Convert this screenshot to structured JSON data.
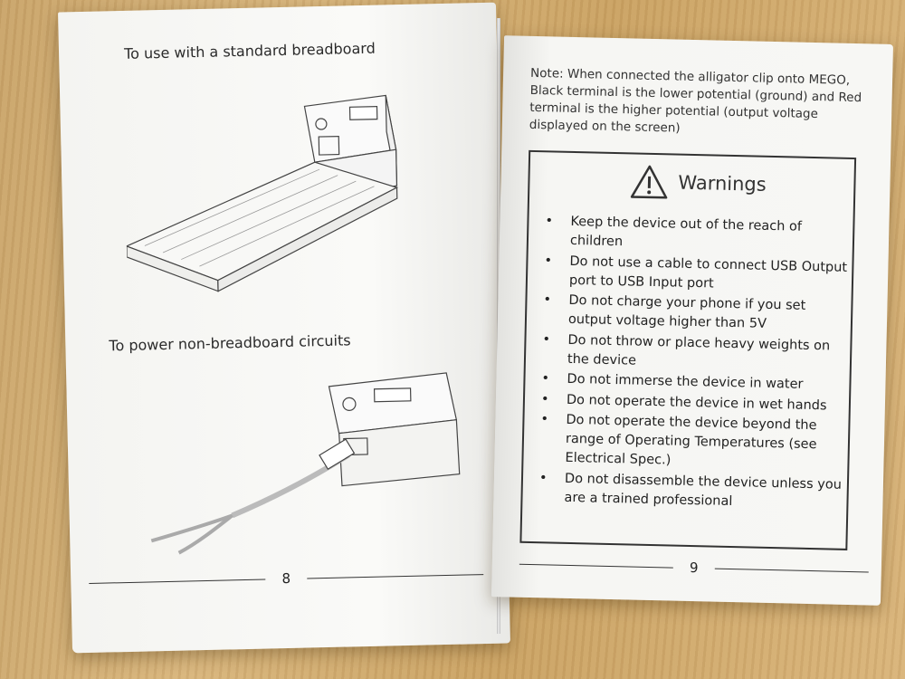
{
  "left_page": {
    "heading_breadboard": "To use with a standard breadboard",
    "heading_non_breadboard": "To power non-breadboard circuits",
    "page_number": "8"
  },
  "right_page": {
    "note": "Note: When connected the alligator clip onto MEGO, Black terminal is the lower potential (ground) and Red terminal is the higher potential (output voltage displayed on the screen)",
    "warnings_title": "Warnings",
    "warnings": [
      "Keep the device out of the reach of children",
      "Do not use a cable to connect USB Output port to USB Input port",
      "Do not charge your phone if you set output voltage higher than 5V",
      "Do not throw or place heavy weights on the device",
      "Do not immerse the device in water",
      "Do not operate the device in wet hands",
      "Do not operate the device beyond the range of Operating Temperatures (see Electrical Spec.)",
      "Do not disassemble the device unless you are a trained professional"
    ],
    "bullet": "•",
    "page_number": "9"
  },
  "icons": [
    "warning-triangle-icon"
  ]
}
